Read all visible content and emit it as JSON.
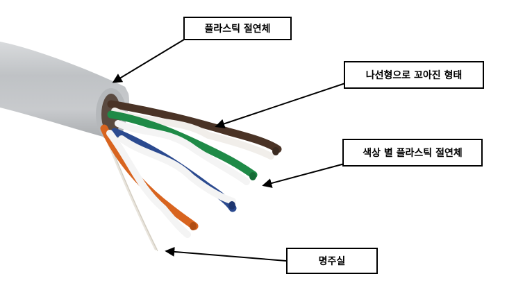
{
  "labels": {
    "insulation": "플라스틱 절연체",
    "twisted_pairs": "나선형으로 꼬아진 형태",
    "colored_insulation": "색상 별 플라스틱 절연체",
    "ripcord": "명주실"
  },
  "colors": {
    "jacket": "#c9cbcd",
    "brown": "#4a3326",
    "green": "#1f8a47",
    "blue": "#2b4a8f",
    "orange": "#d8641f",
    "white_stripe": "#f4f4f4",
    "label_border": "#000000"
  }
}
